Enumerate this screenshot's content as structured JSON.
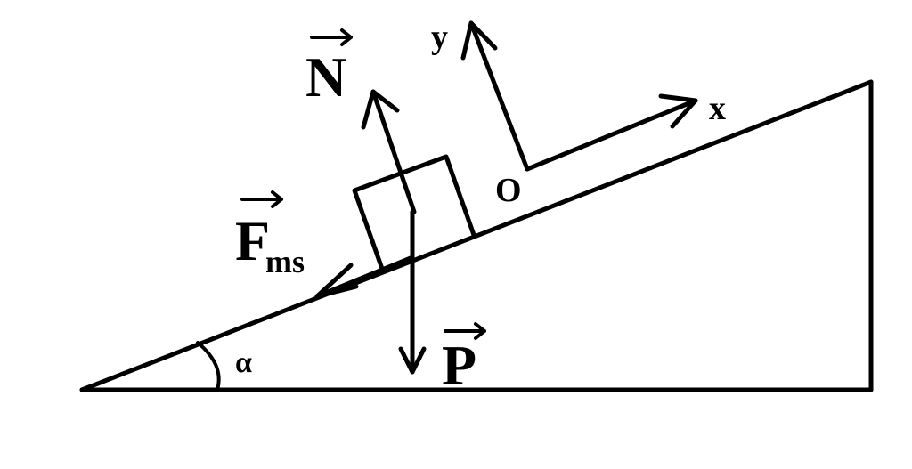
{
  "labels": {
    "normal_force": "N",
    "friction_force": "F",
    "friction_subscript": "ms",
    "weight": "P",
    "origin": "O",
    "x_axis": "x",
    "y_axis": "y",
    "angle": "α"
  },
  "colors": {
    "ink": "#000000",
    "background": "#ffffff"
  }
}
